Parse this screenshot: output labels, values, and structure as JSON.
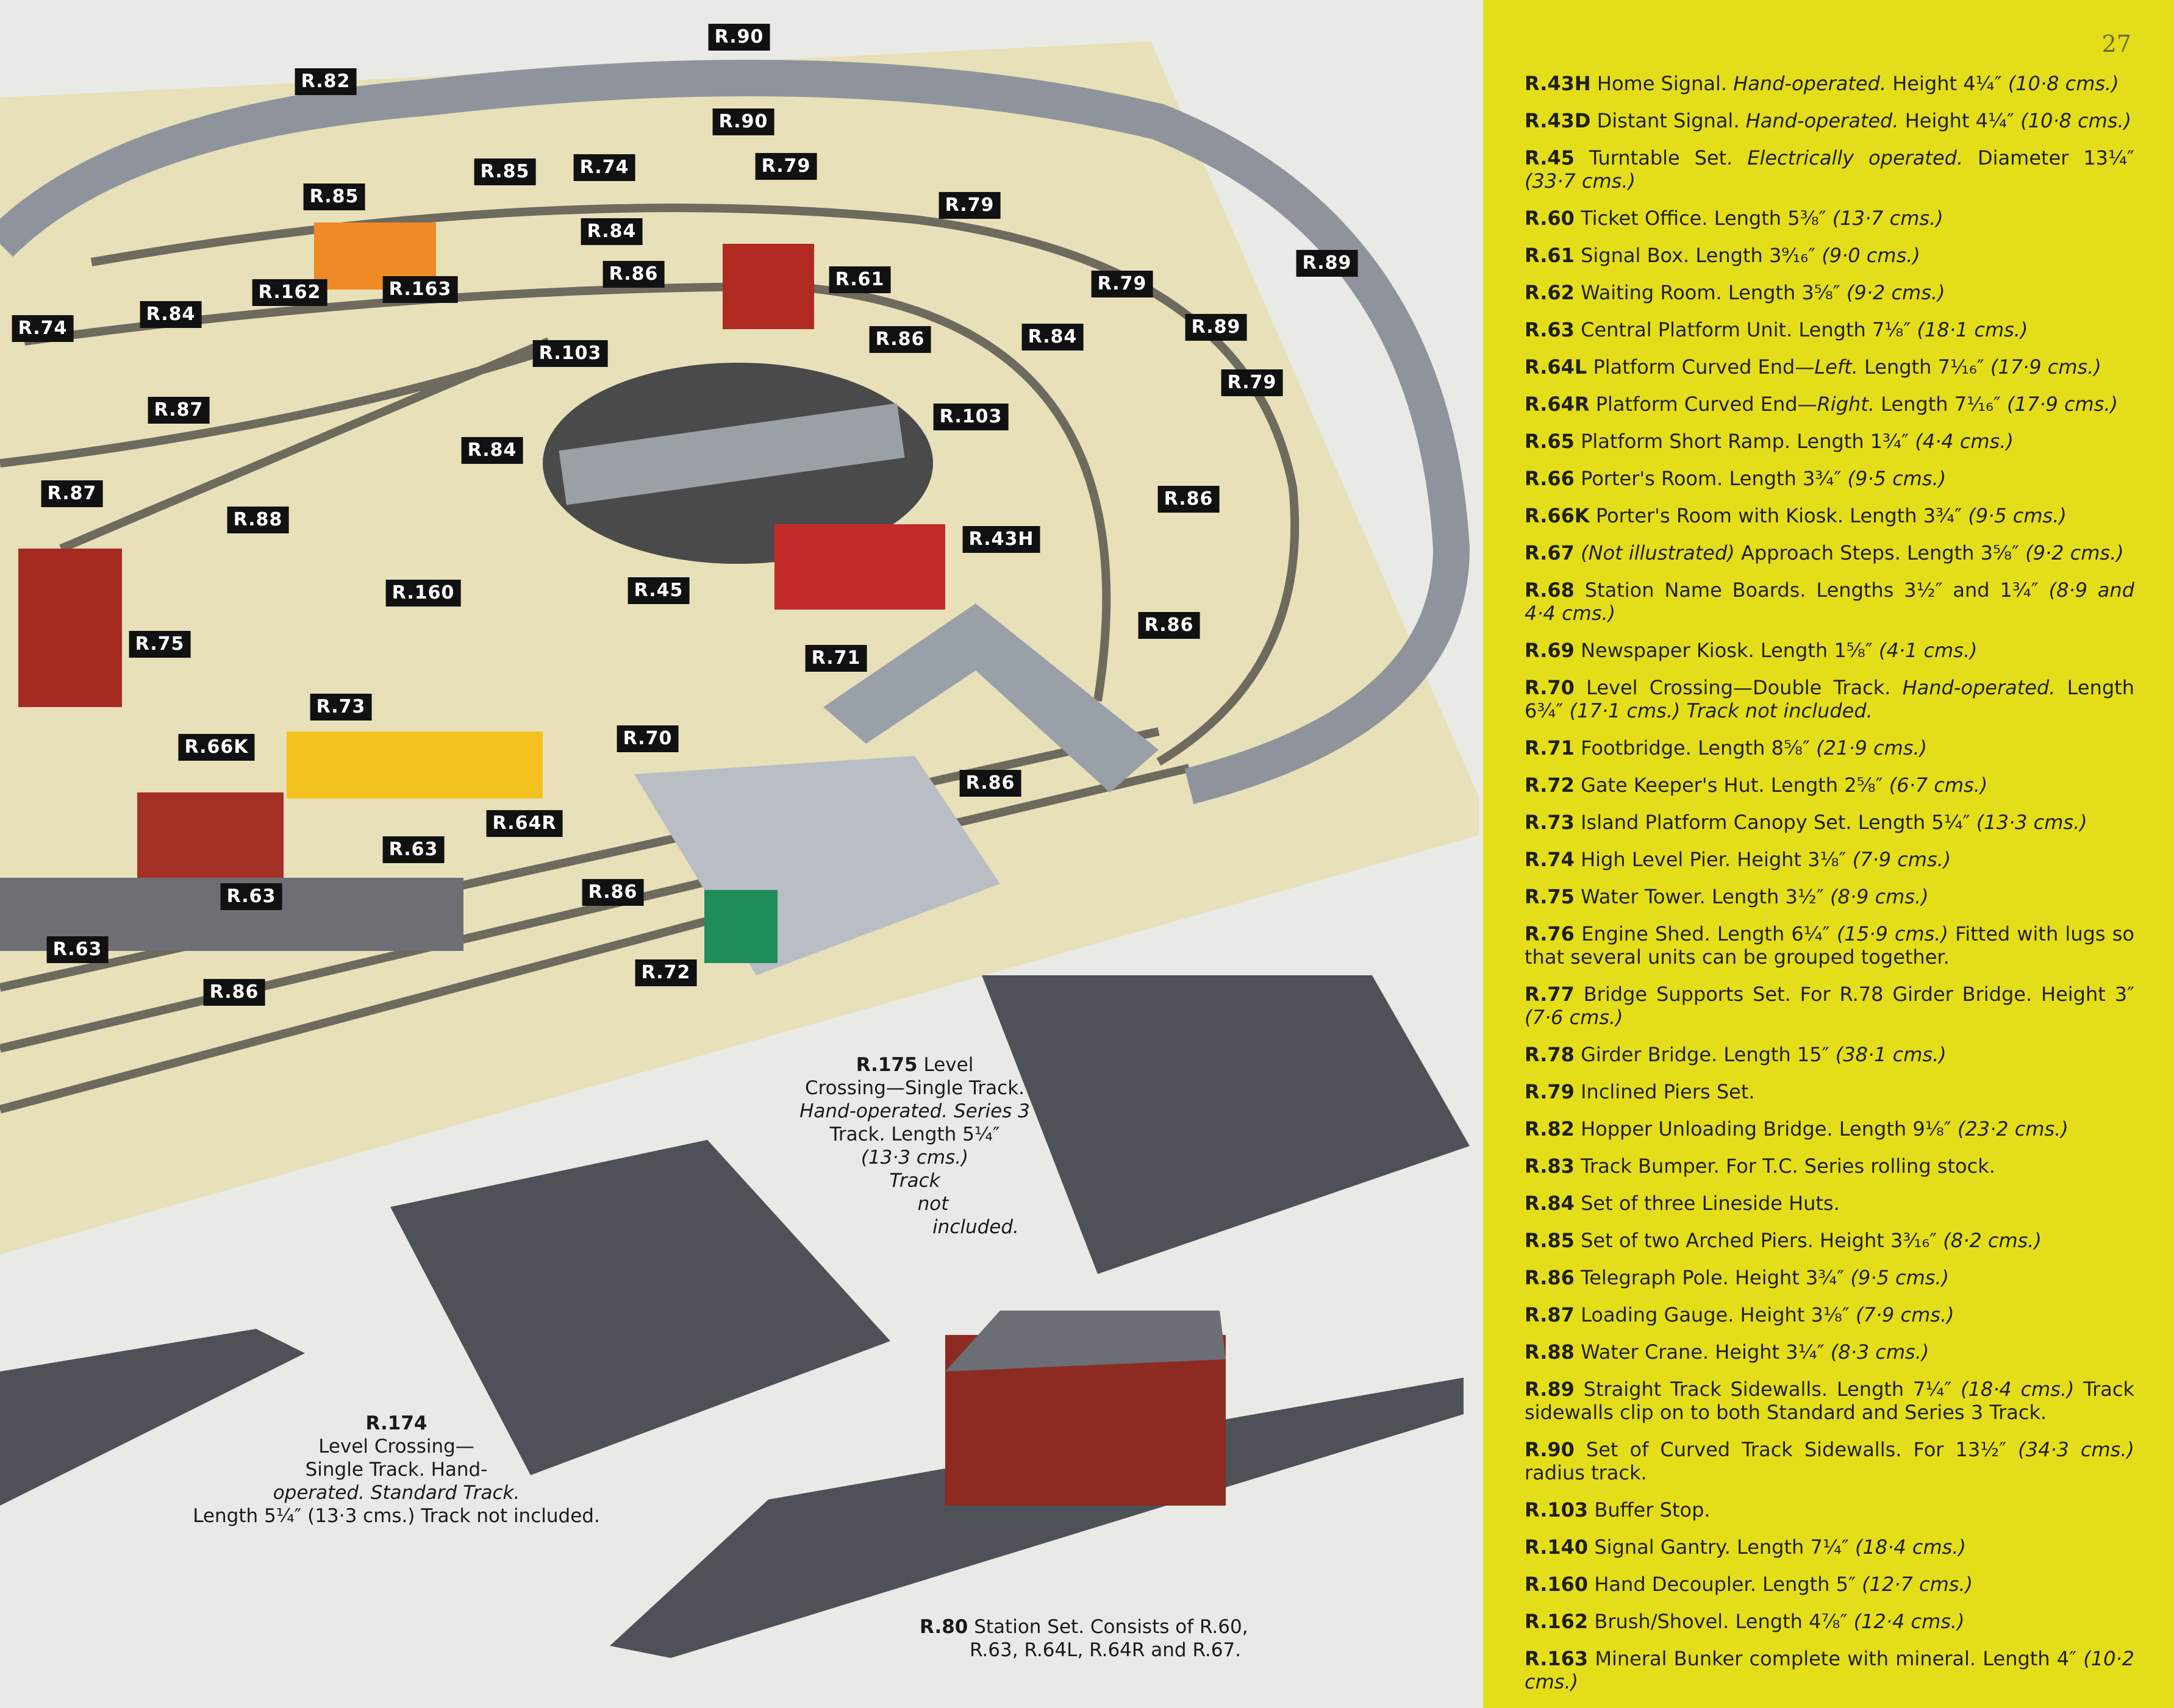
{
  "page_number": "27",
  "diagram": {
    "labels": [
      "R.90",
      "R.82",
      "R.90",
      "R.85",
      "R.74",
      "R.79",
      "R.85",
      "R.79",
      "R.84",
      "R.86",
      "R.61",
      "R.89",
      "R.162",
      "R.163",
      "R.79",
      "R.89",
      "R.74",
      "R.84",
      "R.103",
      "R.86",
      "R.84",
      "R.79",
      "R.87",
      "R.103",
      "R.84",
      "R.87",
      "R.86",
      "R.88",
      "R.43H",
      "R.160",
      "R.45",
      "R.86",
      "R.75",
      "R.71",
      "R.73",
      "R.66K",
      "R.70",
      "R.86",
      "R.64R",
      "R.63",
      "R.63",
      "R.86",
      "R.63",
      "R.86",
      "R.72"
    ]
  },
  "captions": {
    "r175": {
      "code": "R.175",
      "l1": " Level",
      "l2": "Crossing—Single Track.",
      "l3": "Hand-operated. Series 3",
      "l4": "Track. Length 5¼″",
      "l5": "(13·3 cms.)",
      "l6": "Track",
      "l7": "not",
      "l8": "included."
    },
    "r174": {
      "code": "R.174",
      "l1": "Level Crossing—",
      "l2": "Single Track. Hand-",
      "l3": "operated. Standard Track.",
      "l4": "Length 5¼″ (13·3 cms.) Track not included."
    },
    "r80": {
      "code": "R.80",
      "l1": " Station Set. Consists of R.60,",
      "l2": "R.63, R.64L, R.64R and R.67."
    }
  },
  "entries": [
    {
      "code": "R.43H",
      "parts": [
        {
          "t": " Home Signal. "
        },
        {
          "t": "Hand-operated.",
          "i": true
        },
        {
          "t": " Height 4¼″ "
        },
        {
          "t": "(10·8 cms.)",
          "i": true
        }
      ]
    },
    {
      "code": "R.43D",
      "parts": [
        {
          "t": " Distant Signal. "
        },
        {
          "t": "Hand-operated.",
          "i": true
        },
        {
          "t": " Height 4¼″ "
        },
        {
          "t": "(10·8 cms.)",
          "i": true
        }
      ]
    },
    {
      "code": "R.45",
      "parts": [
        {
          "t": " Turntable Set. "
        },
        {
          "t": "Electrically operated.",
          "i": true
        },
        {
          "t": " Diameter 13¼″ "
        },
        {
          "t": "(33·7 cms.)",
          "i": true
        }
      ]
    },
    {
      "code": "R.60",
      "parts": [
        {
          "t": " Ticket Office. Length 5⅜″ "
        },
        {
          "t": "(13·7 cms.)",
          "i": true
        }
      ]
    },
    {
      "code": "R.61",
      "parts": [
        {
          "t": " Signal Box. Length 3⁹⁄₁₆″ "
        },
        {
          "t": "(9·0 cms.)",
          "i": true
        }
      ]
    },
    {
      "code": "R.62",
      "parts": [
        {
          "t": " Waiting Room. Length 3⅝″ "
        },
        {
          "t": "(9·2 cms.)",
          "i": true
        }
      ]
    },
    {
      "code": "R.63",
      "parts": [
        {
          "t": " Central Platform Unit. Length 7⅛″ "
        },
        {
          "t": "(18·1 cms.)",
          "i": true
        }
      ]
    },
    {
      "code": "R.64L",
      "parts": [
        {
          "t": " Platform Curved End—"
        },
        {
          "t": "Left.",
          "i": true
        },
        {
          "t": " Length 7¹⁄₁₆″ "
        },
        {
          "t": "(17·9 cms.)",
          "i": true
        }
      ]
    },
    {
      "code": "R.64R",
      "parts": [
        {
          "t": " Platform Curved End—"
        },
        {
          "t": "Right.",
          "i": true
        },
        {
          "t": " Length 7¹⁄₁₆″ "
        },
        {
          "t": "(17·9 cms.)",
          "i": true
        }
      ]
    },
    {
      "code": "R.65",
      "parts": [
        {
          "t": " Platform Short Ramp. Length 1¾″ "
        },
        {
          "t": "(4·4 cms.)",
          "i": true
        }
      ]
    },
    {
      "code": "R.66",
      "parts": [
        {
          "t": " Porter's Room. Length 3¾″ "
        },
        {
          "t": "(9·5 cms.)",
          "i": true
        }
      ]
    },
    {
      "code": "R.66K",
      "parts": [
        {
          "t": " Porter's Room with Kiosk. Length 3¾″ "
        },
        {
          "t": "(9·5 cms.)",
          "i": true
        }
      ]
    },
    {
      "code": "R.67",
      "parts": [
        {
          "t": " "
        },
        {
          "t": "(Not illustrated)",
          "i": true
        },
        {
          "t": " Approach Steps. Length 3⅝″ "
        },
        {
          "t": "(9·2 cms.)",
          "i": true
        }
      ]
    },
    {
      "code": "R.68",
      "parts": [
        {
          "t": " Station Name Boards. Lengths 3½″ and 1¾″ "
        },
        {
          "t": "(8·9 and 4·4 cms.)",
          "i": true
        }
      ]
    },
    {
      "code": "R.69",
      "parts": [
        {
          "t": " Newspaper Kiosk. Length 1⅝″ "
        },
        {
          "t": "(4·1 cms.)",
          "i": true
        }
      ]
    },
    {
      "code": "R.70",
      "parts": [
        {
          "t": " Level Crossing—Double Track. "
        },
        {
          "t": "Hand-operated.",
          "i": true
        },
        {
          "t": " Length 6¾″ "
        },
        {
          "t": "(17·1 cms.) Track not included.",
          "i": true
        }
      ]
    },
    {
      "code": "R.71",
      "parts": [
        {
          "t": " Footbridge. Length 8⅝″ "
        },
        {
          "t": "(21·9 cms.)",
          "i": true
        }
      ]
    },
    {
      "code": "R.72",
      "parts": [
        {
          "t": " Gate Keeper's Hut. Length 2⅝″ "
        },
        {
          "t": "(6·7 cms.)",
          "i": true
        }
      ]
    },
    {
      "code": "R.73",
      "parts": [
        {
          "t": " Island Platform Canopy Set. Length 5¼″ "
        },
        {
          "t": "(13·3 cms.)",
          "i": true
        }
      ]
    },
    {
      "code": "R.74",
      "parts": [
        {
          "t": " High Level Pier. Height 3⅛″ "
        },
        {
          "t": "(7·9 cms.)",
          "i": true
        }
      ]
    },
    {
      "code": "R.75",
      "parts": [
        {
          "t": " Water Tower. Length 3½″ "
        },
        {
          "t": "(8·9 cms.)",
          "i": true
        }
      ]
    },
    {
      "code": "R.76",
      "parts": [
        {
          "t": " Engine Shed. Length 6¼″ "
        },
        {
          "t": "(15·9 cms.)",
          "i": true
        },
        {
          "t": " Fitted with lugs so that several units can be grouped together."
        }
      ]
    },
    {
      "code": "R.77",
      "parts": [
        {
          "t": " Bridge Supports Set. For R.78 Girder Bridge. Height 3″ "
        },
        {
          "t": "(7·6 cms.)",
          "i": true
        }
      ]
    },
    {
      "code": "R.78",
      "parts": [
        {
          "t": " Girder Bridge. Length 15″ "
        },
        {
          "t": "(38·1 cms.)",
          "i": true
        }
      ]
    },
    {
      "code": "R.79",
      "parts": [
        {
          "t": " Inclined Piers Set."
        }
      ]
    },
    {
      "code": "R.82",
      "parts": [
        {
          "t": " Hopper Unloading Bridge. Length 9⅛″ "
        },
        {
          "t": "(23·2 cms.)",
          "i": true
        }
      ]
    },
    {
      "code": "R.83",
      "parts": [
        {
          "t": " Track Bumper. For T.C. Series rolling stock."
        }
      ]
    },
    {
      "code": "R.84",
      "parts": [
        {
          "t": " Set of three Lineside Huts."
        }
      ]
    },
    {
      "code": "R.85",
      "parts": [
        {
          "t": " Set of two Arched Piers. Height 3³⁄₁₆″ "
        },
        {
          "t": "(8·2 cms.)",
          "i": true
        }
      ]
    },
    {
      "code": "R.86",
      "parts": [
        {
          "t": " Telegraph Pole. Height 3¾″ "
        },
        {
          "t": "(9·5 cms.)",
          "i": true
        }
      ]
    },
    {
      "code": "R.87",
      "parts": [
        {
          "t": " Loading Gauge. Height 3⅛″ "
        },
        {
          "t": "(7·9 cms.)",
          "i": true
        }
      ]
    },
    {
      "code": "R.88",
      "parts": [
        {
          "t": " Water Crane. Height 3¼″ "
        },
        {
          "t": "(8·3 cms.)",
          "i": true
        }
      ]
    },
    {
      "code": "R.89",
      "parts": [
        {
          "t": " Straight Track Sidewalls. Length 7¼″ "
        },
        {
          "t": "(18·4 cms.)",
          "i": true
        },
        {
          "t": " Track sidewalls clip on to both Standard and Series 3 Track."
        }
      ]
    },
    {
      "code": "R.90",
      "parts": [
        {
          "t": " Set of Curved Track Sidewalls. For 13½″ "
        },
        {
          "t": "(34·3 cms.)",
          "i": true
        },
        {
          "t": " radius track."
        }
      ]
    },
    {
      "code": "R.103",
      "parts": [
        {
          "t": " Buffer Stop."
        }
      ]
    },
    {
      "code": "R.140",
      "parts": [
        {
          "t": " Signal Gantry. Length 7¼″ "
        },
        {
          "t": "(18·4 cms.)",
          "i": true
        }
      ]
    },
    {
      "code": "R.160",
      "parts": [
        {
          "t": " Hand Decoupler. Length 5″ "
        },
        {
          "t": "(12·7 cms.)",
          "i": true
        }
      ]
    },
    {
      "code": "R.162",
      "parts": [
        {
          "t": " Brush/Shovel. Length 4⅞″ "
        },
        {
          "t": "(12·4 cms.)",
          "i": true
        }
      ]
    },
    {
      "code": "R.163",
      "parts": [
        {
          "t": " Mineral Bunker complete with mineral. Length 4″ "
        },
        {
          "t": "(10·2 cms.)",
          "i": true
        }
      ]
    }
  ],
  "colors": {
    "sidebar_yellow": "#e4de1a",
    "baseboard": "#e8e0b9",
    "track_grey": "#8f949c",
    "label_bg": "#111111"
  }
}
